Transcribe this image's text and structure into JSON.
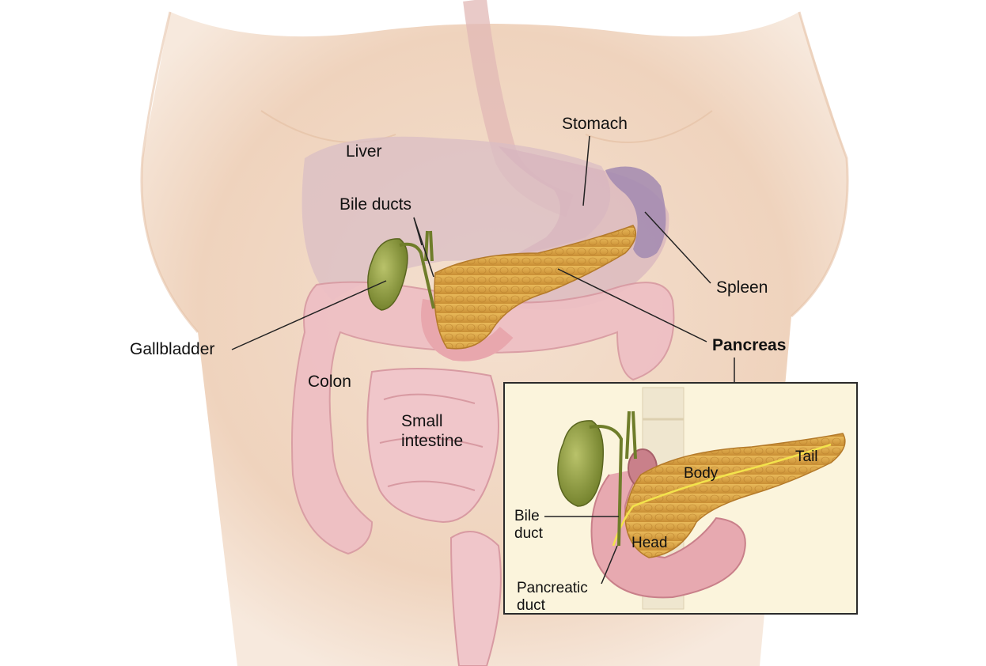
{
  "labels": {
    "liver": "Liver",
    "stomach": "Stomach",
    "bile_ducts": "Bile ducts",
    "spleen": "Spleen",
    "gallbladder": "Gallbladder",
    "pancreas": "Pancreas",
    "colon": "Colon",
    "small_intestine_line1": "Small",
    "small_intestine_line2": "intestine"
  },
  "inset": {
    "body": "Body",
    "tail": "Tail",
    "head": "Head",
    "bile_duct_line1": "Bile",
    "bile_duct_line2": "duct",
    "pancreatic_duct_line1": "Pancreatic",
    "pancreatic_duct_line2": "duct"
  },
  "colors": {
    "skin": "#f3dcc8",
    "pancreas": "#dca84a",
    "gallbladder": "#8f9a3a",
    "intestine": "#eebfc4",
    "spleen": "#a28ab0",
    "inset_background": "#fbf4dc"
  }
}
